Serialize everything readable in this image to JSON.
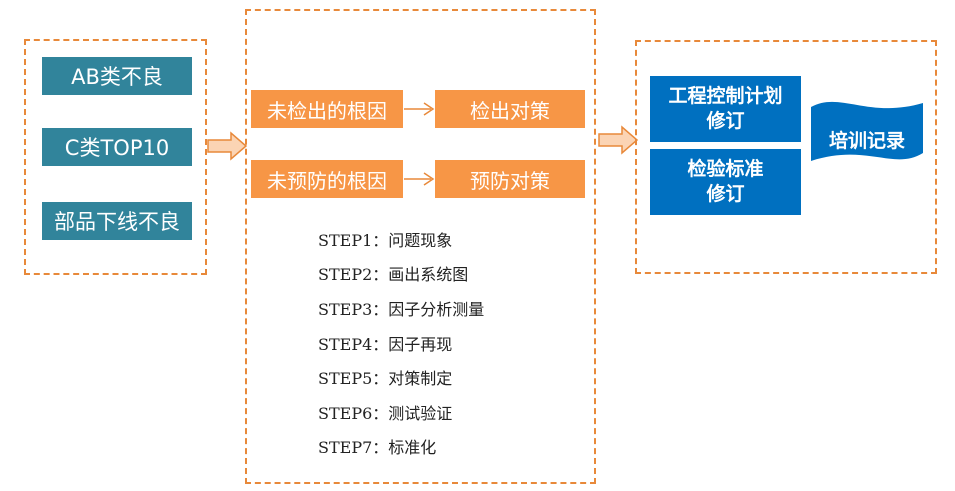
{
  "left_panel": {
    "items": [
      {
        "label": "AB类不良"
      },
      {
        "label": "C类TOP10"
      },
      {
        "label": "部品下线不良"
      }
    ]
  },
  "middle_panel": {
    "rows": [
      {
        "cause": "未检出的根因",
        "measure": "检出对策"
      },
      {
        "cause": "未预防的根因",
        "measure": "预防对策"
      }
    ],
    "steps": [
      {
        "step": "STEP1：",
        "text": "问题现象"
      },
      {
        "step": "STEP2：",
        "text": "画出系统图"
      },
      {
        "step": "STEP3：",
        "text": "因子分析测量"
      },
      {
        "step": "STEP4：",
        "text": "因子再现"
      },
      {
        "step": "STEP5：",
        "text": "对策制定"
      },
      {
        "step": "STEP6：",
        "text": "测试验证"
      },
      {
        "step": "STEP7：",
        "text": "标准化"
      }
    ]
  },
  "right_panel": {
    "boxes": [
      {
        "line1": "工程控制计划",
        "line2": "修订"
      },
      {
        "line1": "检验标准",
        "line2": "修订"
      }
    ],
    "wave_label": "培训记录"
  },
  "colors": {
    "panel_border": "#e8893a",
    "teal": "#31849b",
    "orange": "#f79646",
    "blue": "#0070c0",
    "arrow_fill": "#fbd4b4",
    "arrow_stroke": "#e8893a"
  }
}
